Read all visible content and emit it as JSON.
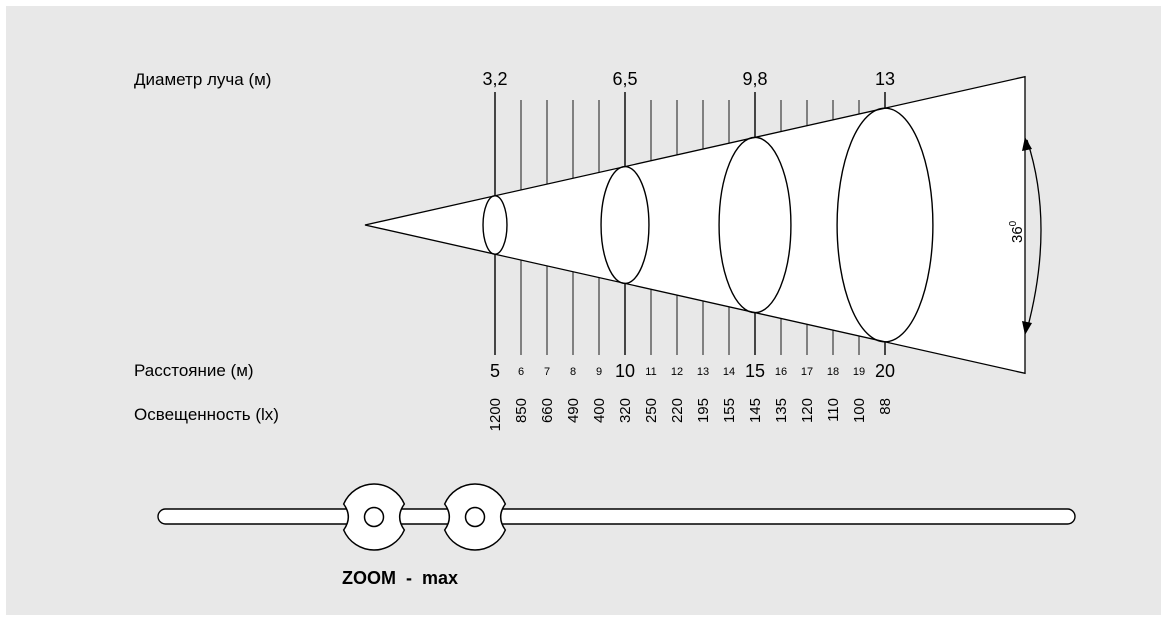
{
  "labels": {
    "beam_diameter": "Диаметр луча (м)",
    "distance": "Расстояние (м)",
    "illuminance": "Освещенность (lx)",
    "zoom": "ZOOM  -  max"
  },
  "angle": {
    "value": "36",
    "unit": "0"
  },
  "diameters": [
    {
      "distance": 5,
      "value": "3,2"
    },
    {
      "distance": 10,
      "value": "6,5"
    },
    {
      "distance": 15,
      "value": "9,8"
    },
    {
      "distance": 20,
      "value": "13"
    }
  ],
  "distances": [
    5,
    6,
    7,
    8,
    9,
    10,
    11,
    12,
    13,
    14,
    15,
    16,
    17,
    18,
    19,
    20
  ],
  "illuminance": [
    "1200",
    "850",
    "660",
    "490",
    "400",
    "320",
    "250",
    "220",
    "195",
    "155",
    "145",
    "135",
    "120",
    "110",
    "100",
    "88"
  ],
  "zoom_knobs": 2
}
